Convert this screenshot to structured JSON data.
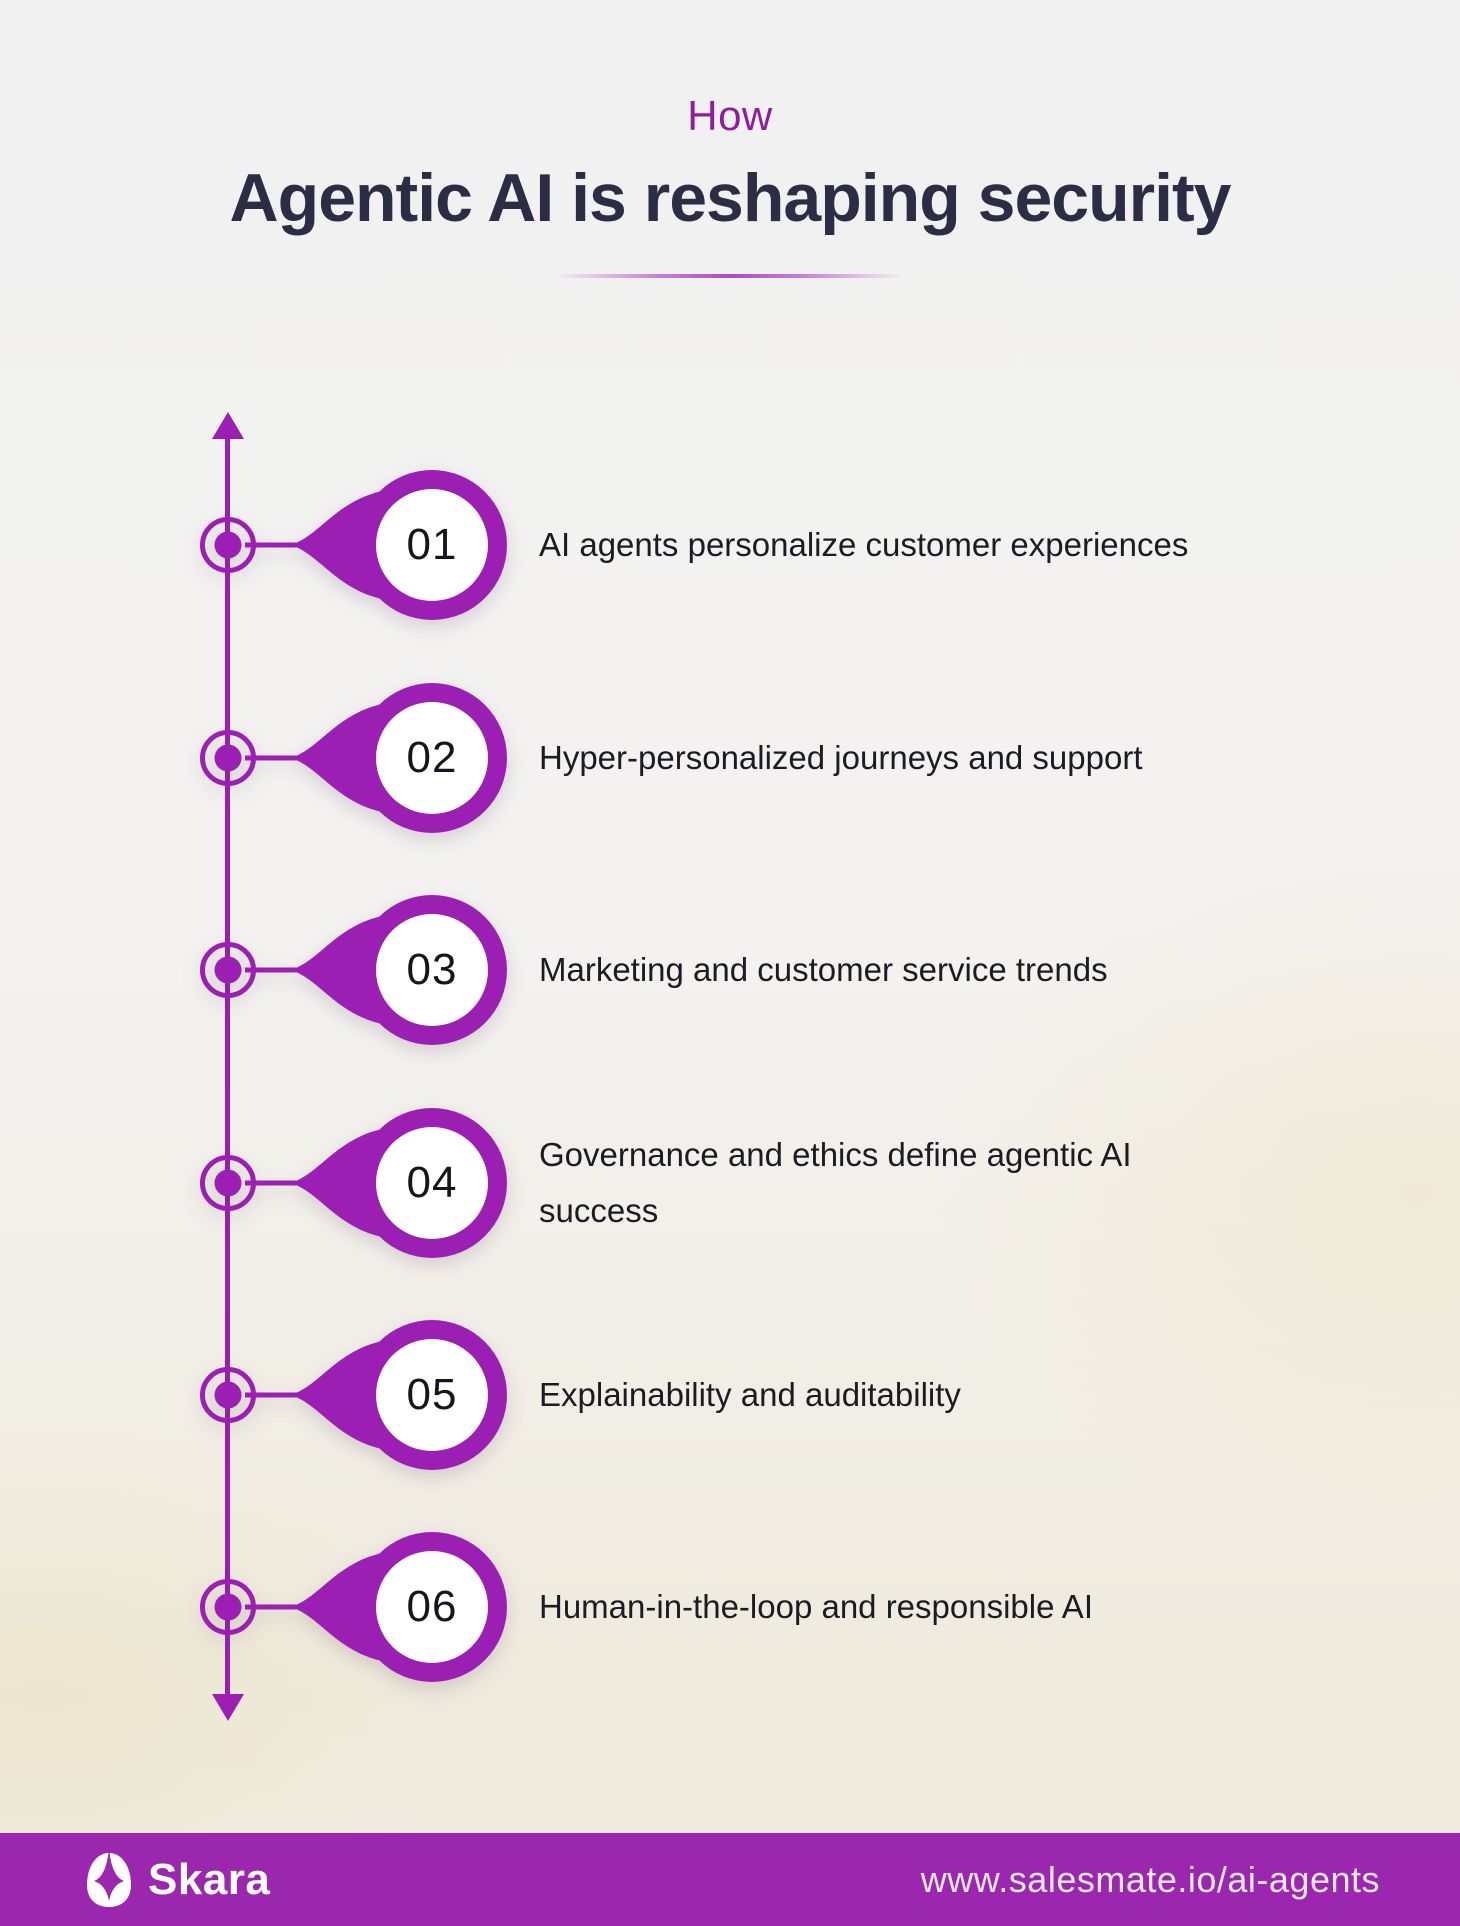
{
  "header": {
    "kicker": "How",
    "title": "Agentic AI is reshaping security"
  },
  "timeline": {
    "items": [
      {
        "number": "01",
        "label": "AI agents personalize customer experiences"
      },
      {
        "number": "02",
        "label": "Hyper-personalized journeys and support"
      },
      {
        "number": "03",
        "label": "Marketing and customer service trends"
      },
      {
        "number": "04",
        "label": "Governance and ethics define agentic AI success"
      },
      {
        "number": "05",
        "label": "Explainability and auditability"
      },
      {
        "number": "06",
        "label": "Human-in-the-loop and responsible AI"
      }
    ]
  },
  "footer": {
    "brand": "Skara",
    "url": "www.salesmate.io/ai-agents"
  },
  "colors": {
    "accent_purple": "#9c1fb3",
    "footer_purple": "#9a27ad",
    "kicker_purple": "#8f1d9e",
    "heading_dark": "#2a2d43",
    "body_text": "#1b1b24",
    "background": "#f3f2f0"
  }
}
